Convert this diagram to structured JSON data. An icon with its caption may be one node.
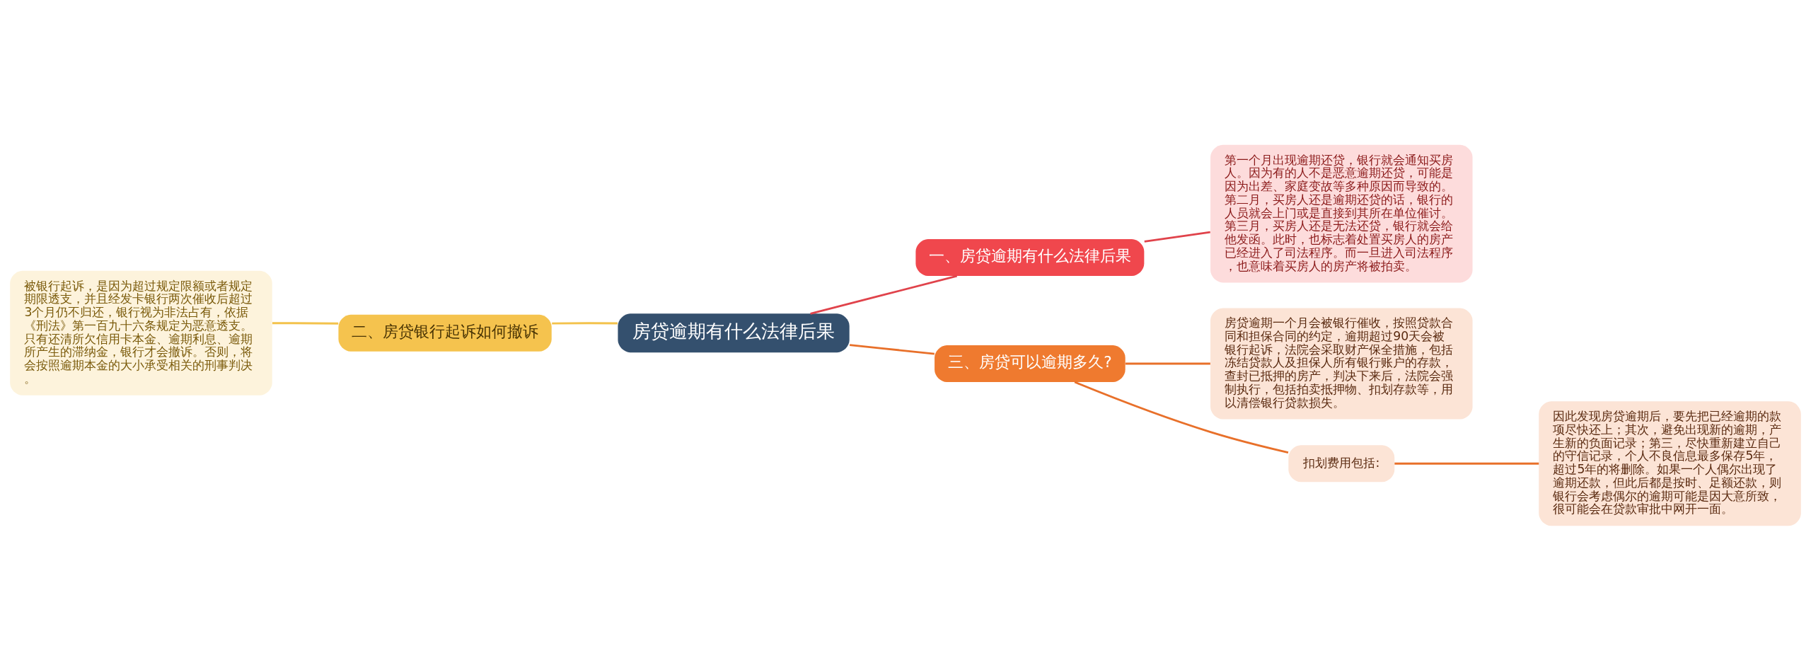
{
  "diagram": {
    "nodes": [
      {
        "text": [
          "房贷逾期有什么法律后果"
        ]
      },
      {
        "text": [
          "一、房贷逾期有什么法律后果"
        ]
      },
      {
        "text": [
          "第一个月出现逾期还贷，银行就会通知买房人。因为有的人不是恶意逾期还贷，可能是因为出差、家庭变故等多种原因而导致的。第二月，买房人还是逾期还贷的话，银行的人员就会上门或是直接到其所在单位催讨。第三月，买房人还是无法还贷，银行就会给他发函。此时，也标志着处置买房人的房产已经进入了司法程序。而一旦进入司法程序，也意味着买房人的房产将被拍卖。"
        ]
      },
      {
        "text": [
          "二、房贷银行起诉如何撤诉"
        ]
      },
      {
        "text": [
          "被银行起诉，是因为超过规定限额或者规定期限透支，并且经发卡银行两次催收后超过3个月仍不归还，银行视为非法占有，依据《刑法》第一百九十六条规定为恶意透支。只有还清所欠信用卡本金、逾期利息、逾期所产生的滞纳金，银行才会撤诉。否则，将会按照逾期本金的大小承受相关的刑事判决。"
        ]
      },
      {
        "text": [
          "三、房贷可以逾期多久?"
        ]
      },
      {
        "text": [
          "房贷逾期一个月会被银行催收，按照贷款合同和担保合同的约定，逾期超过90天会被银行起诉，法院会采取财产保全措施，包括冻结贷款人及担保人所有银行账户的存款，查封已抵押的房产，判决下来后，法院会强制执行，包括拍卖抵押物、扣划存款等，用以清偿银行贷款损失。"
        ]
      },
      {
        "text": [
          "扣划费用包括:"
        ]
      },
      {
        "text": [
          "因此发现房贷逾期后，要先把已经逾期的款项尽快还上；其次，避免出现新的逾期，产生新的负面记录；第三，尽快重新建立自己的守信记录，个人不良信息最多保存5年，超过5年的将删除。如果一个人偶尔出现了逾期还款，但此后都是按时、足额还款，则银行会考虑偶尔的逾期可能是因大意所致，很可能会在贷款审批中网开一面。"
        ]
      }
    ],
    "edges": [
      {
        "from": 0,
        "to": 1,
        "arrow": "none",
        "color": "#e0434b"
      },
      {
        "from": 1,
        "to": 2,
        "arrow": "none",
        "color": "#e0434b"
      },
      {
        "from": 0,
        "to": 3,
        "arrow": "none",
        "color": "#f3c24b"
      },
      {
        "from": 3,
        "to": 4,
        "arrow": "none",
        "color": "#f3c24b"
      },
      {
        "from": 0,
        "to": 5,
        "arrow": "none"
      },
      {
        "from": 5,
        "to": 6,
        "arrow": "none"
      },
      {
        "from": 5,
        "to": 7,
        "arrow": "none"
      },
      {
        "from": 7,
        "to": 8,
        "arrow": "none"
      }
    ]
  }
}
